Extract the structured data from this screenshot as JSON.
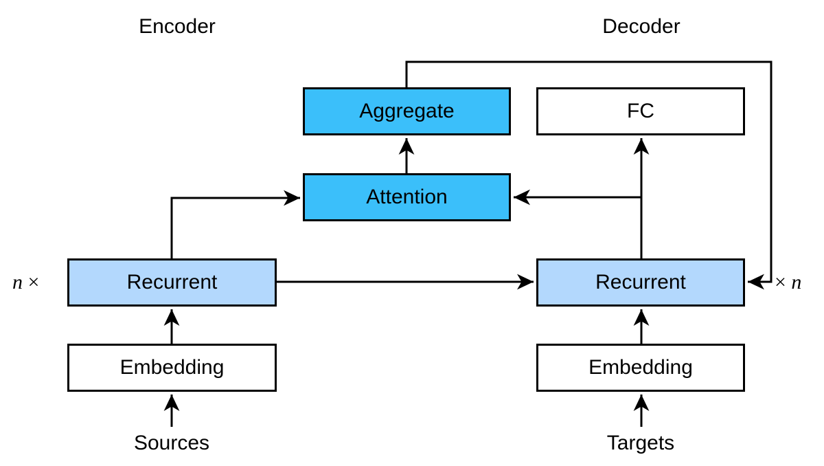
{
  "titles": {
    "encoder": "Encoder",
    "decoder": "Decoder"
  },
  "inputs": {
    "sources": "Sources",
    "targets": "Targets"
  },
  "blocks": {
    "aggregate": "Aggregate",
    "fc": "FC",
    "attention": "Attention",
    "encoder_recurrent": "Recurrent",
    "decoder_recurrent": "Recurrent",
    "encoder_embedding": "Embedding",
    "decoder_embedding": "Embedding"
  },
  "repeat": {
    "left_var": "n",
    "left_sym": " ×",
    "right_sym": "× ",
    "right_var": "n"
  },
  "colors": {
    "attention_blocks": "#3bbffa",
    "recurrent_blocks": "#b3d8fd",
    "plain_blocks": "#ffffff",
    "stroke": "#000000"
  }
}
